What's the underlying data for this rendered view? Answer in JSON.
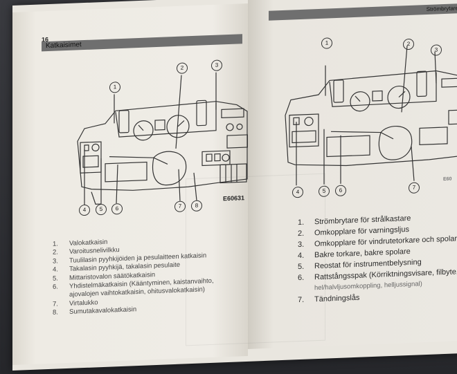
{
  "left_page": {
    "page_number": "16",
    "header": "Katkaisimet",
    "diagram_code": "E60631",
    "callouts_top": [
      "1",
      "2",
      "3"
    ],
    "callouts_bottom": [
      "4",
      "5",
      "6",
      "7",
      "8"
    ],
    "legend": [
      {
        "num": "1.",
        "text": "Valokatkaisin"
      },
      {
        "num": "2.",
        "text": "Varoitusnelivilkku"
      },
      {
        "num": "3.",
        "text": "Tuulilasin pyyhkijöiden ja pesulaitteen katkaisin"
      },
      {
        "num": "4.",
        "text": "Takalasin pyyhkijä, takalasin pesulaite"
      },
      {
        "num": "5.",
        "text": "Mittaristovalon säätökatkaisin"
      },
      {
        "num": "6.",
        "text": "Yhdistelmäkatkaisin (Kääntyminen, kaistanvaihto,"
      },
      {
        "num": "",
        "text": "ajovalojen vaihtokatkaisin, ohitusvalokatkaisin)"
      },
      {
        "num": "7.",
        "text": "Virtalukko"
      },
      {
        "num": "8.",
        "text": "Sumutakavalokatkaisin"
      }
    ]
  },
  "right_page": {
    "header": "Strömbrytare",
    "diagram_code": "E60",
    "callouts_top": [
      "1",
      "2",
      "3"
    ],
    "callouts_bottom": [
      "4",
      "5",
      "6",
      "7"
    ],
    "legend": [
      {
        "num": "1.",
        "text": "Strömbrytare för strålkastare"
      },
      {
        "num": "2.",
        "text": "Omkopplare för varningsljus"
      },
      {
        "num": "3.",
        "text": "Omkopplare för vindrutetorkare och spolare"
      },
      {
        "num": "4.",
        "text": "Bakre torkare, bakre spolare"
      },
      {
        "num": "5.",
        "text": "Reostat för instrumentbelysning"
      },
      {
        "num": "6.",
        "text": "Rattstångsspak (Körriktningsvisare, filbyte,"
      },
      {
        "num": "",
        "text": "hel/halvljusomkoppling, helljussignal)"
      },
      {
        "num": "7.",
        "text": "Tändningslås"
      }
    ]
  }
}
